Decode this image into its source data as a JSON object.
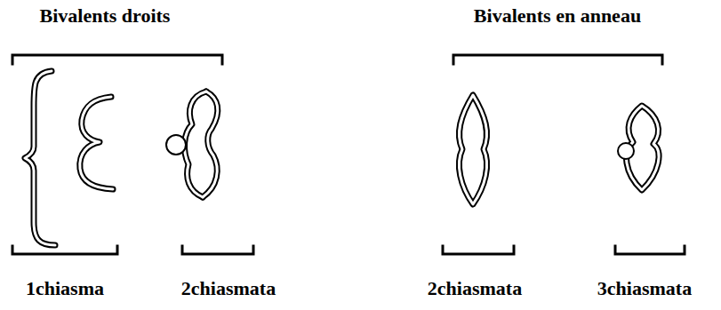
{
  "diagram": {
    "labels": [
      "Bivalents droits",
      "Bivalents en anneau",
      "1chiasma",
      "2chiasmata",
      "2chiasmata",
      "3chiasmata"
    ]
  }
}
